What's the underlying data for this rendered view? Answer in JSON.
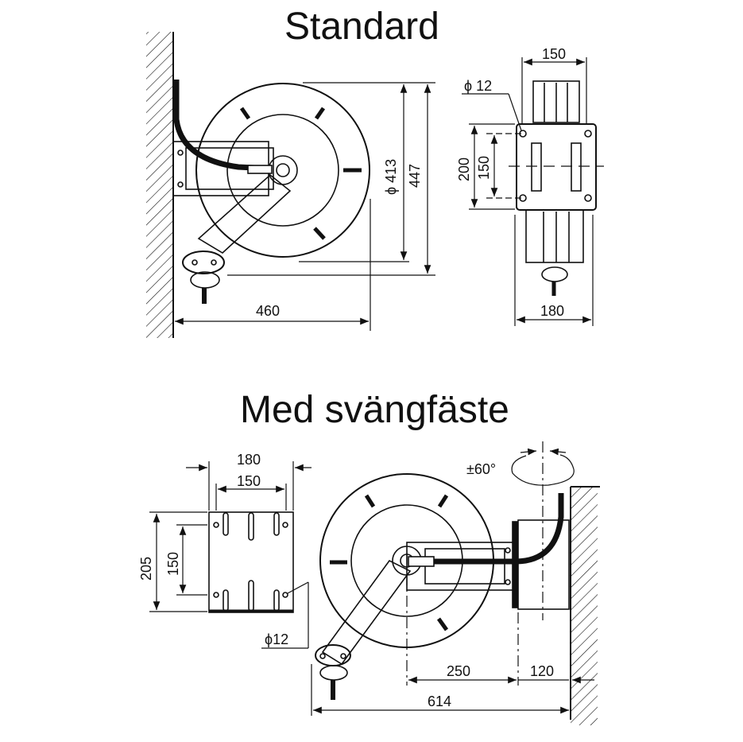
{
  "titles": {
    "standard": "Standard",
    "swivel": "Med svängfäste"
  },
  "standard_side": {
    "diameter": "ϕ 413",
    "height": "447",
    "depth": "460"
  },
  "standard_front": {
    "width_top": "150",
    "width_bottom": "180",
    "bracket_height": "200",
    "hole_spacing": "150",
    "hole_diameter": "ϕ 12"
  },
  "swivel_bracket": {
    "width_outer": "180",
    "width_inner": "150",
    "height": "205",
    "hole_spacing": "150",
    "hole_diameter": "ϕ12"
  },
  "swivel_side": {
    "rotation": "±60°",
    "arm_length": "250",
    "wall_offset": "120",
    "total_depth": "614"
  },
  "colors": {
    "line": "#111111",
    "background": "#ffffff"
  }
}
